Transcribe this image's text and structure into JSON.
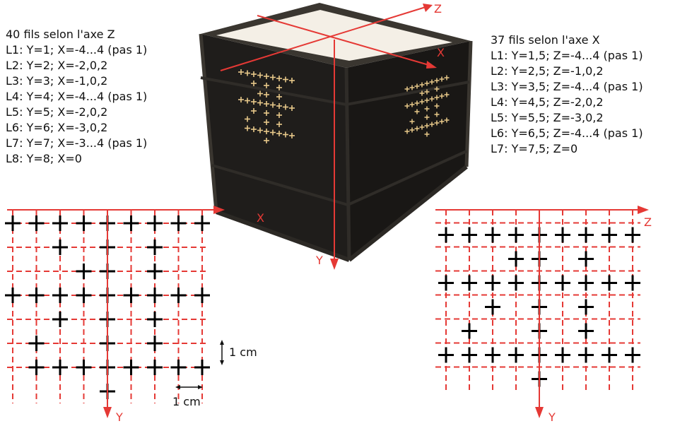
{
  "colors": {
    "axis": "#e53935",
    "grid": "#e53935",
    "cross": "#000000",
    "box_body": "#1f1d1b",
    "box_frame": "#3a3630",
    "panel_glow": "#f4efe6",
    "thread": "#e8c98a"
  },
  "left_panel": {
    "title": "40 fils selon l'axe Z",
    "lines": [
      "L1: Y=1; X=-4...4 (pas 1)",
      "L2: Y=2; X=-2,0,2",
      "L3: Y=3; X=-1,0,2",
      "L4: Y=4; X=-4...4 (pas 1)",
      "L5: Y=5; X=-2,0,2",
      "L6: Y=6; X=-3,0,2",
      "L7: Y=7; X=-3...4 (pas 1)",
      "L8: Y=8; X=0"
    ],
    "h_axis_label": "X",
    "v_axis_label": "Y",
    "scale_vertical": "1 cm",
    "scale_horizontal": "1 cm",
    "rows": [
      {
        "y": 1,
        "x": [
          -4,
          -3,
          -2,
          -1,
          0,
          1,
          2,
          3,
          4
        ]
      },
      {
        "y": 2,
        "x": [
          -2,
          0,
          2
        ]
      },
      {
        "y": 3,
        "x": [
          -1,
          0,
          2
        ]
      },
      {
        "y": 4,
        "x": [
          -4,
          -3,
          -2,
          -1,
          0,
          1,
          2,
          3,
          4
        ]
      },
      {
        "y": 5,
        "x": [
          -2,
          0,
          2
        ]
      },
      {
        "y": 6,
        "x": [
          -3,
          0,
          2
        ]
      },
      {
        "y": 7,
        "x": [
          -3,
          -2,
          -1,
          0,
          1,
          2,
          3,
          4
        ]
      },
      {
        "y": 8,
        "x": [
          0
        ]
      }
    ]
  },
  "right_panel": {
    "title": "37 fils selon l'axe X",
    "lines": [
      "L1: Y=1,5; Z=-4...4 (pas 1)",
      "L2: Y=2,5; Z=-1,0,2",
      "L3: Y=3,5; Z=-4...4 (pas 1)",
      "L4: Y=4,5; Z=-2,0,2",
      "L5: Y=5,5; Z=-3,0,2",
      "L6: Y=6,5; Z=-4...4 (pas 1)",
      "L7: Y=7,5; Z=0"
    ],
    "h_axis_label": "Z",
    "v_axis_label": "Y",
    "rows": [
      {
        "y": 1.5,
        "z": [
          -4,
          -3,
          -2,
          -1,
          0,
          1,
          2,
          3,
          4
        ]
      },
      {
        "y": 2.5,
        "z": [
          -1,
          0,
          2
        ]
      },
      {
        "y": 3.5,
        "z": [
          -4,
          -3,
          -2,
          -1,
          0,
          1,
          2,
          3,
          4
        ]
      },
      {
        "y": 4.5,
        "z": [
          -2,
          0,
          2
        ]
      },
      {
        "y": 5.5,
        "z": [
          -3,
          0,
          2
        ]
      },
      {
        "y": 6.5,
        "z": [
          -4,
          -3,
          -2,
          -1,
          0,
          1,
          2,
          3,
          4
        ]
      },
      {
        "y": 7.5,
        "z": [
          0
        ]
      }
    ]
  },
  "photo": {
    "axis_x": "X",
    "axis_y": "Y",
    "axis_z": "Z",
    "top_axis_x": "X"
  }
}
